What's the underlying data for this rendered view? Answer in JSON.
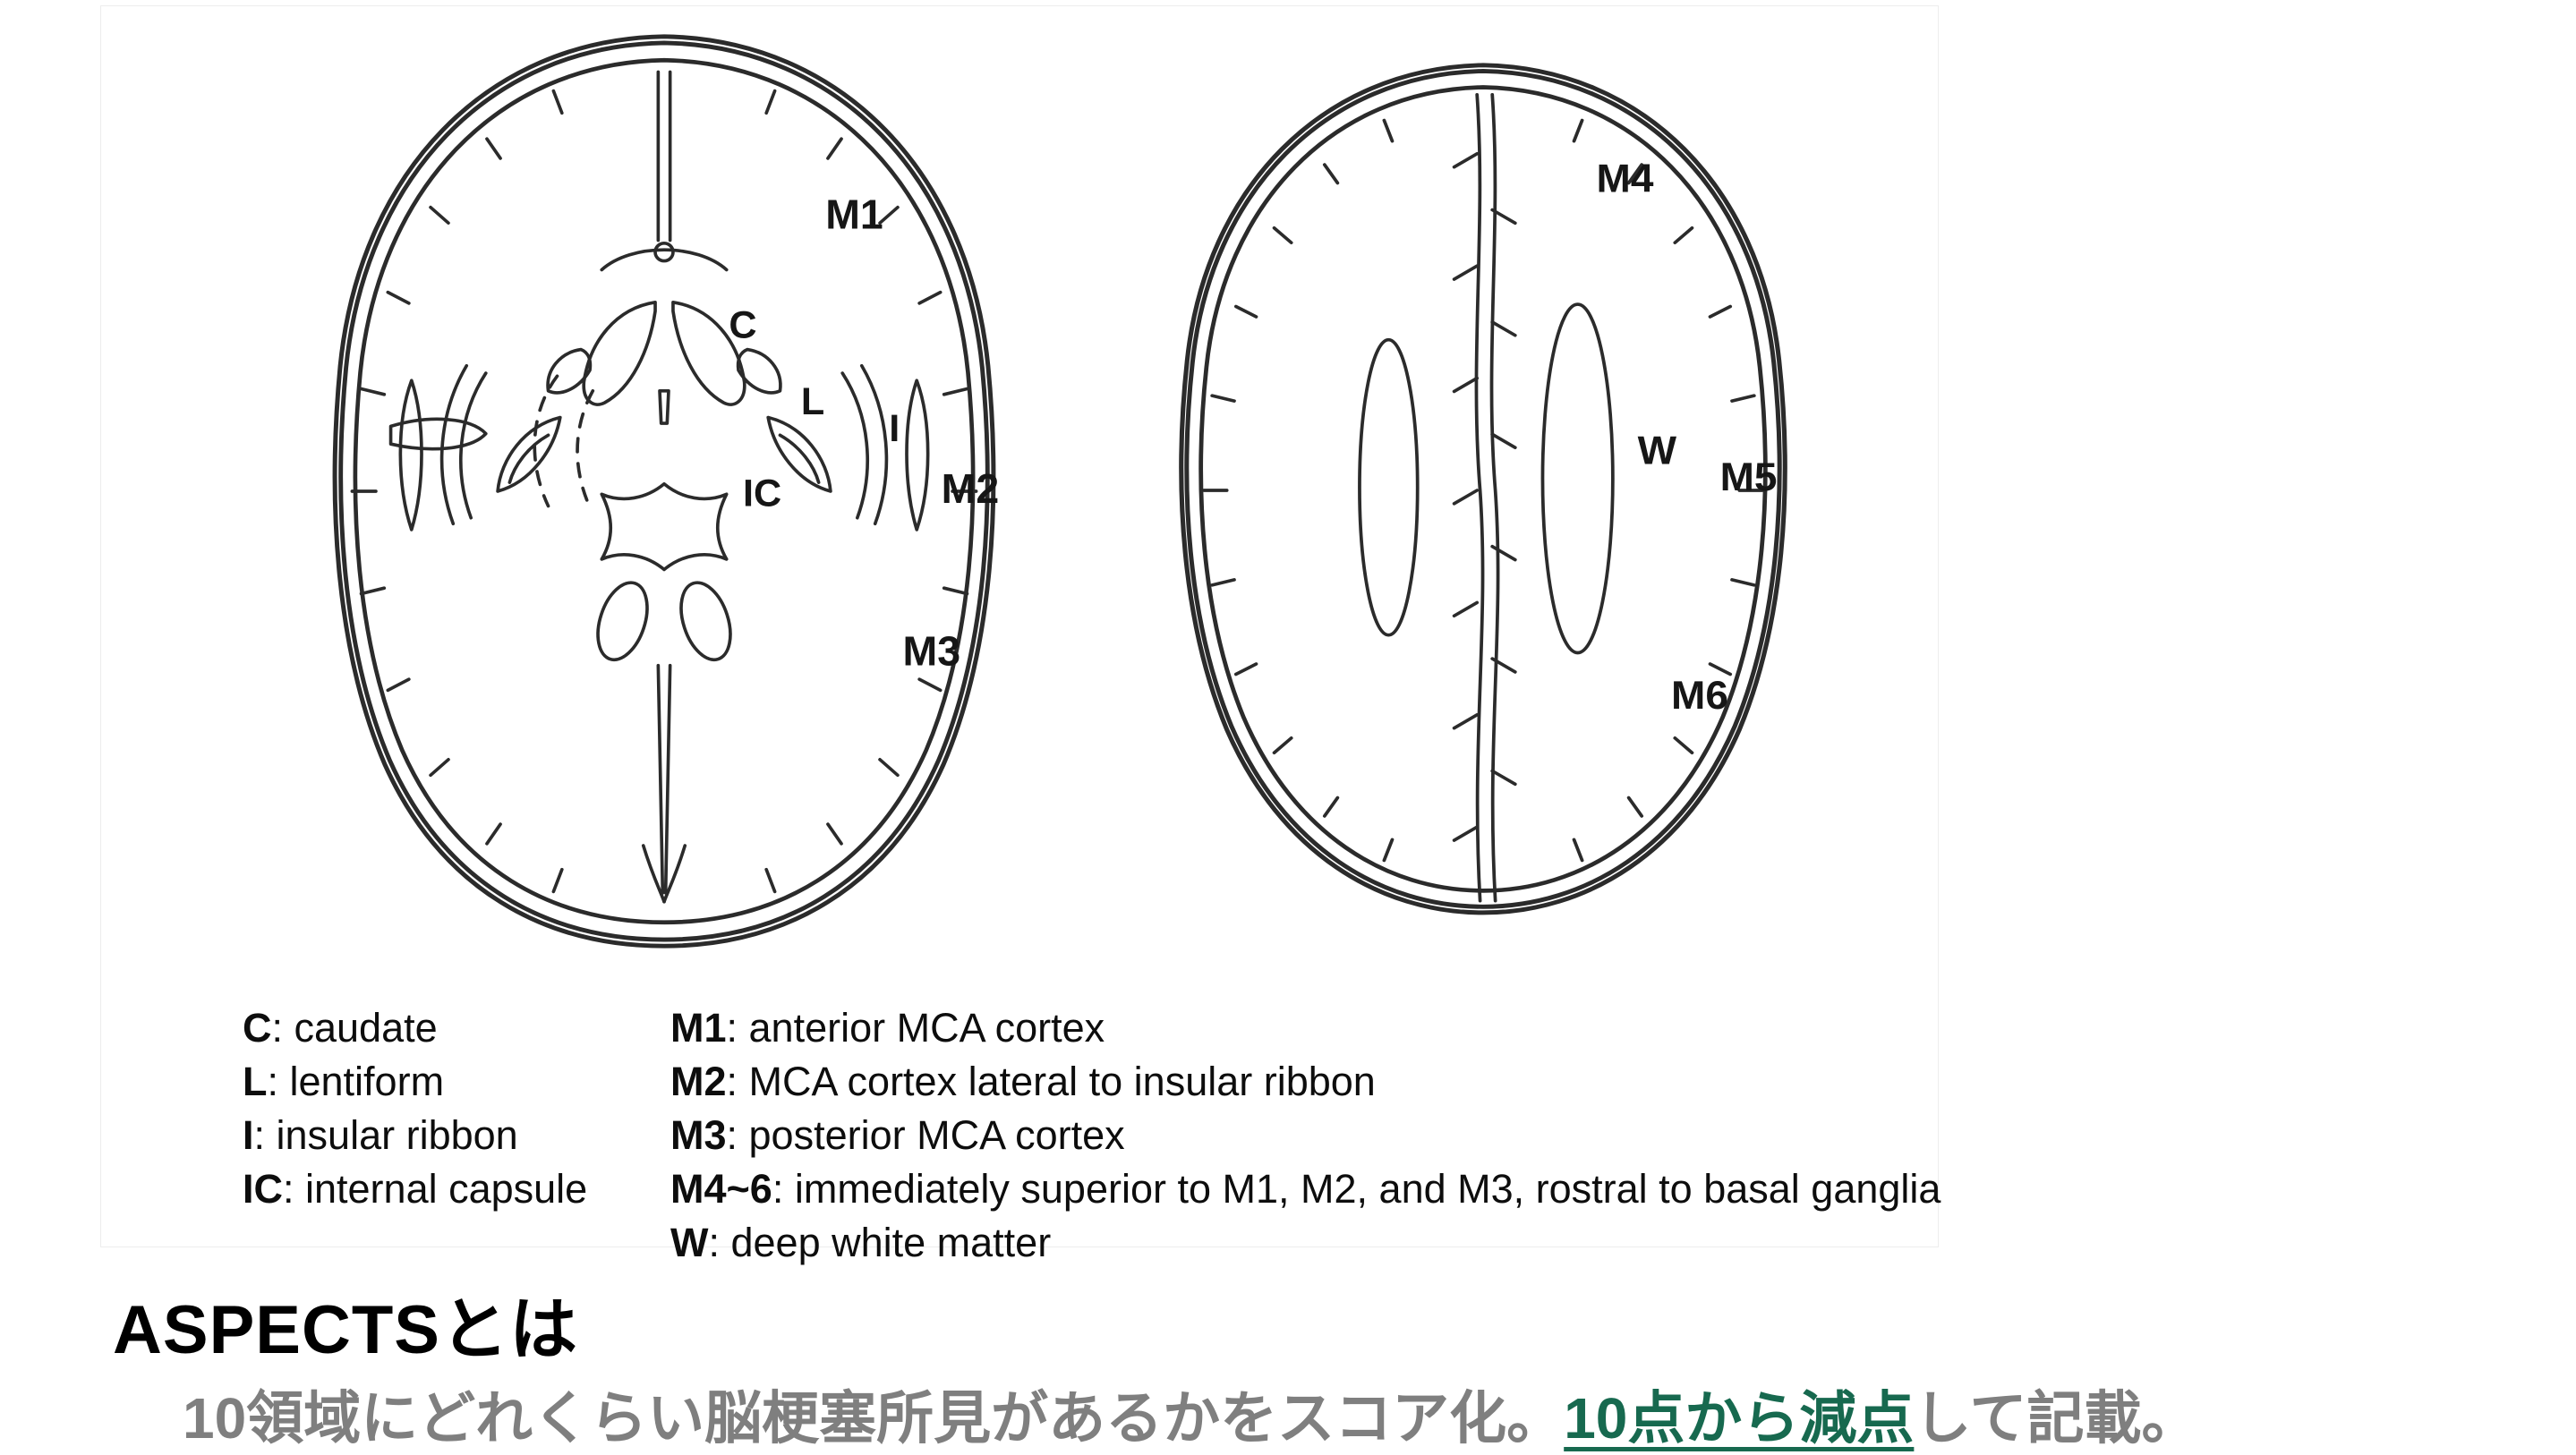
{
  "figure": {
    "left_brain": {
      "labels": {
        "m1": "M1",
        "c": "C",
        "l": "L",
        "i": "I",
        "ic": "IC",
        "m2": "M2",
        "m3": "M3"
      }
    },
    "right_brain": {
      "labels": {
        "m4": "M4",
        "w": "W",
        "m5": "M5",
        "m6": "M6"
      }
    }
  },
  "legend": {
    "col1": [
      {
        "key": "C",
        "desc": ": caudate"
      },
      {
        "key": "L",
        "desc": ": lentiform"
      },
      {
        "key": "I",
        "desc": ": insular ribbon"
      },
      {
        "key": "IC",
        "desc": ": internal capsule"
      }
    ],
    "col2": [
      {
        "key": "M1",
        "desc": ": anterior MCA cortex"
      },
      {
        "key": "M2",
        "desc": ": MCA cortex lateral to insular ribbon"
      },
      {
        "key": "M3",
        "desc": ": posterior MCA cortex"
      },
      {
        "key": "M4~6",
        "desc": ": immediately superior to M1, M2, and M3, rostral to basal ganglia"
      },
      {
        "key": "W",
        "desc": ": deep white matter"
      }
    ]
  },
  "heading": {
    "title": "ASPECTSとは"
  },
  "subtitle": {
    "pre": "10領域にどれくらい脳梗塞所見があるかをスコア化。",
    "highlight": "10点から減点",
    "post": "して記載。"
  },
  "colors": {
    "gray": "#7f7f7f",
    "green": "#17694f",
    "line": "#2b2b2b"
  }
}
